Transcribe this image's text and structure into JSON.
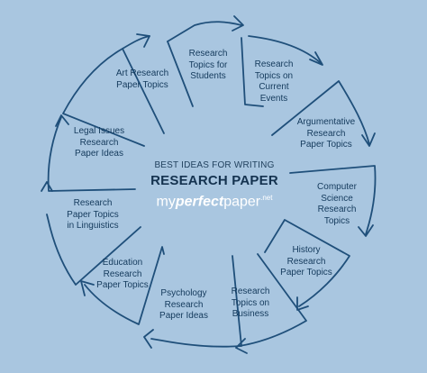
{
  "center": {
    "kicker": "BEST IDEAS FOR WRITING",
    "title": "RESEARCH PAPER",
    "logo_parts": [
      "my",
      "perfect",
      "paper",
      ".net"
    ]
  },
  "topics": [
    "Research\nTopics for\nStudents",
    "Research\nTopics on\nCurrent\nEvents",
    "Argumentative\nResearch\nPaper Topics",
    "Computer\nScience\nResearch\nTopics",
    "History\nResearch\nPaper Topics",
    "Research\nTopics on\nBusiness",
    "Psychology\nResearch\nPaper Ideas",
    "Education\nResearch\nPaper Topics",
    "Research\nPaper Topics\nin Linguistics",
    "Legal Issues\nResearch\nPaper Ideas",
    "Art Research\nPaper Topics"
  ],
  "colors": {
    "background": "#a9c6e0",
    "arrow": "#1f4f7a",
    "text": "#143a5c"
  },
  "icons": [
    "arrow-head-icon"
  ]
}
